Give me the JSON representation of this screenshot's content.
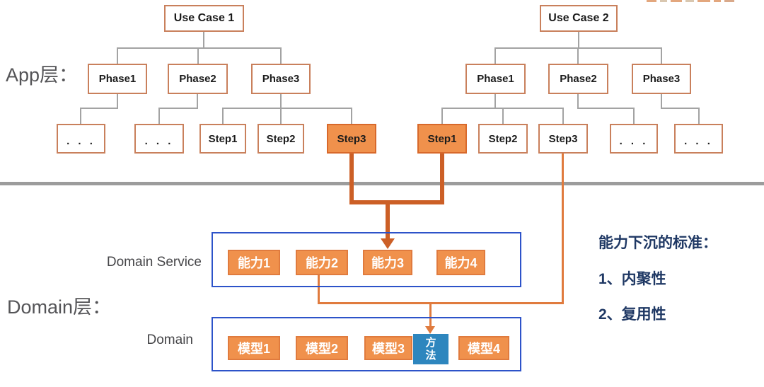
{
  "labels": {
    "app_layer": "App层：",
    "domain_layer": "Domain层："
  },
  "tree1": {
    "root": "Use Case 1",
    "phases": [
      "Phase1",
      "Phase2",
      "Phase3"
    ],
    "leaves": [
      ". . .",
      ". . .",
      "Step1",
      "Step2",
      "Step3"
    ],
    "highlighted_leaf": "Step3"
  },
  "tree2": {
    "root": "Use Case 2",
    "phases": [
      "Phase1",
      "Phase2",
      "Phase3"
    ],
    "leaves": [
      "Step1",
      "Step2",
      "Step3",
      ". . .",
      ". . ."
    ],
    "highlighted_leaf": "Step1"
  },
  "domain_service": {
    "label": "Domain Service",
    "items": [
      "能力1",
      "能力2",
      "能力3",
      "能力4"
    ]
  },
  "domain": {
    "label": "Domain",
    "items": [
      "模型1",
      "模型2",
      "模型3",
      "模型4"
    ],
    "method": "方法"
  },
  "criteria": {
    "title": "能力下沉的标准：",
    "items": [
      "1、内聚性",
      "2、复用性"
    ]
  },
  "colors": {
    "node_fill_orange": "#F0914C",
    "node_border_orange": "#D8692B",
    "node_border_light": "#C9805C",
    "flow_thick": "#CC5F26",
    "flow_thin": "#E07B3E",
    "connector_gray": "#A3A3A3",
    "divider_gray": "#9C9C9C",
    "container_blue": "#2D53C9",
    "method_blue": "#2E86BE",
    "criteria_navy": "#1F3864"
  }
}
